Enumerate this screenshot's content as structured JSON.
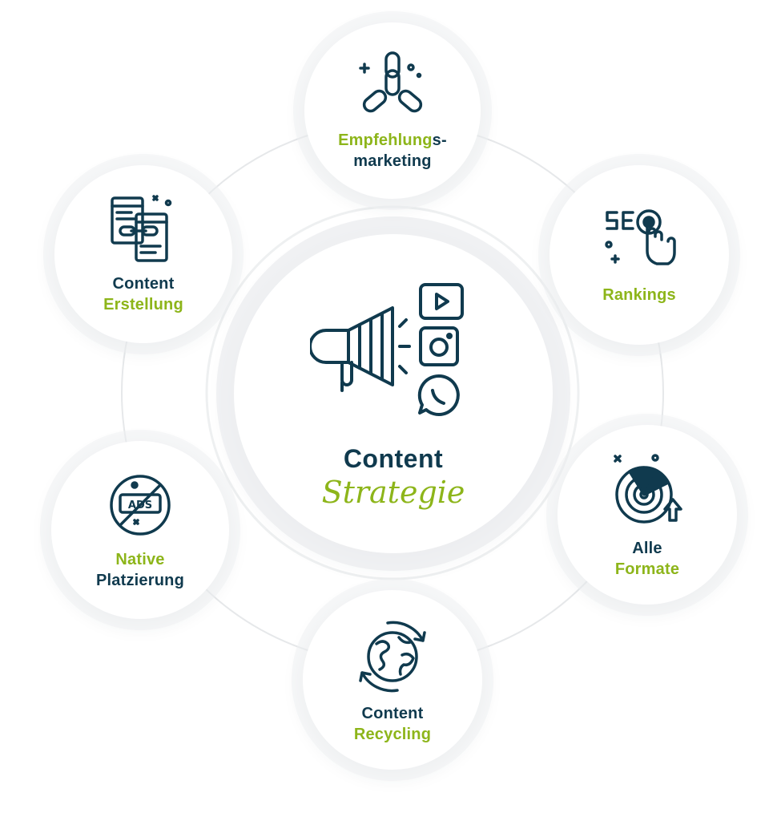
{
  "center": {
    "title": "Content",
    "subtitle": "Strategie",
    "icon": "megaphone-social-icon"
  },
  "nodes": [
    {
      "id": "empfehlungsmarketing",
      "icon": "chain-link-icon",
      "line1": [
        {
          "t": "Empfehlung",
          "c": "green"
        },
        {
          "t": "s-",
          "c": "dark"
        }
      ],
      "line2": [
        {
          "t": "marketing",
          "c": "dark"
        }
      ]
    },
    {
      "id": "rankings",
      "icon": "seo-click-icon",
      "line1": [
        {
          "t": "Rankings",
          "c": "green"
        }
      ],
      "line2": []
    },
    {
      "id": "alle-formate",
      "icon": "target-chart-icon",
      "line1": [
        {
          "t": "Alle",
          "c": "dark"
        }
      ],
      "line2": [
        {
          "t": "Formate",
          "c": "green"
        }
      ]
    },
    {
      "id": "content-recycling",
      "icon": "recycling-globe-icon",
      "line1": [
        {
          "t": "Content",
          "c": "dark"
        }
      ],
      "line2": [
        {
          "t": "Recycling",
          "c": "green"
        }
      ]
    },
    {
      "id": "native-platzierung",
      "icon": "no-ads-icon",
      "line1": [
        {
          "t": "Native",
          "c": "green"
        }
      ],
      "line2": [
        {
          "t": "Platzierung",
          "c": "dark"
        }
      ]
    },
    {
      "id": "content-erstellung",
      "icon": "linked-documents-icon",
      "line1": [
        {
          "t": "Content",
          "c": "dark"
        }
      ],
      "line2": [
        {
          "t": "Erstellung",
          "c": "green"
        }
      ]
    }
  ],
  "colors": {
    "dark": "#103a4e",
    "green": "#8db51a",
    "ring": "#e6e8ea"
  }
}
